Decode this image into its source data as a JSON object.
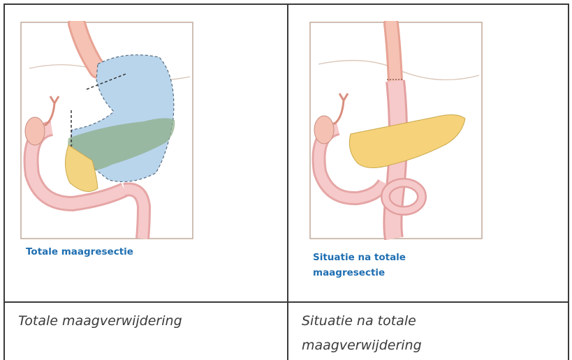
{
  "table": {
    "cells": [
      {
        "figure_caption": "Totale maagresectie",
        "caption": "Totale maagverwijdering"
      },
      {
        "figure_caption_line1": "Situatie na totale",
        "figure_caption_line2": "maagresectie",
        "caption_line1": "Situatie na totale",
        "caption_line2": "maagverwijdering"
      }
    ]
  },
  "colors": {
    "border": "#3a3a3a",
    "figure_caption": "#1f6fb2",
    "esophagus": "#f2b5a6",
    "stomach_resected": "#b7d3ea",
    "pancreas": "#f6d27a",
    "duodenum": "#f2c0c0"
  }
}
